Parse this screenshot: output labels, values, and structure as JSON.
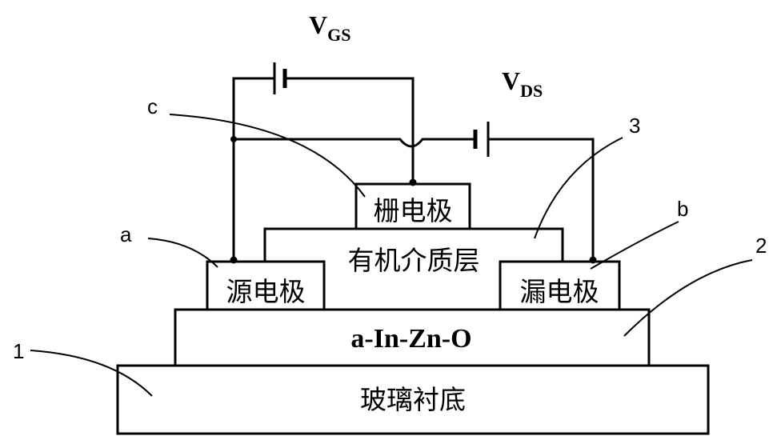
{
  "layers": {
    "substrate": "玻璃衬底",
    "channel": "a-In-Zn-O",
    "dielectric": "有机介质层",
    "gate": "栅电极",
    "source": "源电极",
    "drain": "漏电极"
  },
  "voltages": {
    "gs": {
      "main": "V",
      "sub": "GS"
    },
    "ds": {
      "main": "V",
      "sub": "DS"
    }
  },
  "callouts": {
    "label_1": "1",
    "label_2": "2",
    "label_3": "3",
    "label_a": "a",
    "label_b": "b",
    "label_c": "c"
  }
}
